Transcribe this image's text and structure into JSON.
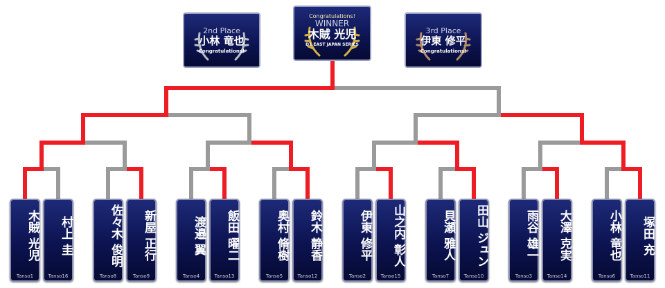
{
  "podium": {
    "winner": {
      "heading": "Congratulations!",
      "label": "WINNER",
      "name": "木賊 光児",
      "subtitle": "D1 EAST JAPAN SERIES"
    },
    "second": {
      "label": "2nd Place",
      "name": "小林 竜也",
      "subtitle": "Congratulations!"
    },
    "third": {
      "label": "3rd Place",
      "name": "伊東 修平",
      "subtitle": "Congratulations!"
    }
  },
  "players": [
    {
      "name": "木賊 光児",
      "tanso": "Tanso1"
    },
    {
      "name": "村上 圭",
      "tanso": "Tanso16"
    },
    {
      "name": "佐々木 俊明",
      "tanso": "Tanso8"
    },
    {
      "name": "新屋 正行",
      "tanso": "Tanso9"
    },
    {
      "name": "渡邉 翼",
      "tanso": "Tanso4"
    },
    {
      "name": "飯田 曜二",
      "tanso": "Tanso13"
    },
    {
      "name": "奥村 脩樹",
      "tanso": "Tanso5"
    },
    {
      "name": "鈴木 静香",
      "tanso": "Tanso12"
    },
    {
      "name": "伊東 修平",
      "tanso": "Tanso2"
    },
    {
      "name": "山之内 彰人",
      "tanso": "Tanso15"
    },
    {
      "name": "貝瀬 雅人",
      "tanso": "Tanso7"
    },
    {
      "name": "田山 ジュン",
      "tanso": "Tanso10"
    },
    {
      "name": "雨谷 雄一",
      "tanso": "Tanso3"
    },
    {
      "name": "大澤 克実",
      "tanso": "Tanso14"
    },
    {
      "name": "小林 竜也",
      "tanso": "Tanso6"
    },
    {
      "name": "塚田 充",
      "tanso": "Tanso11"
    }
  ],
  "colors": {
    "winner_path": "#ee1c24",
    "loser_path": "#9a9a9a",
    "card": "#0c1350",
    "gold": "#d4b04a",
    "silver": "#b8bcc8"
  },
  "match_winners": {
    "r1": [
      0,
      3,
      4,
      7,
      8,
      11,
      13,
      14
    ],
    "r2": [
      0,
      1,
      2,
      3
    ],
    "r3": [
      0,
      1
    ],
    "final": 0
  }
}
